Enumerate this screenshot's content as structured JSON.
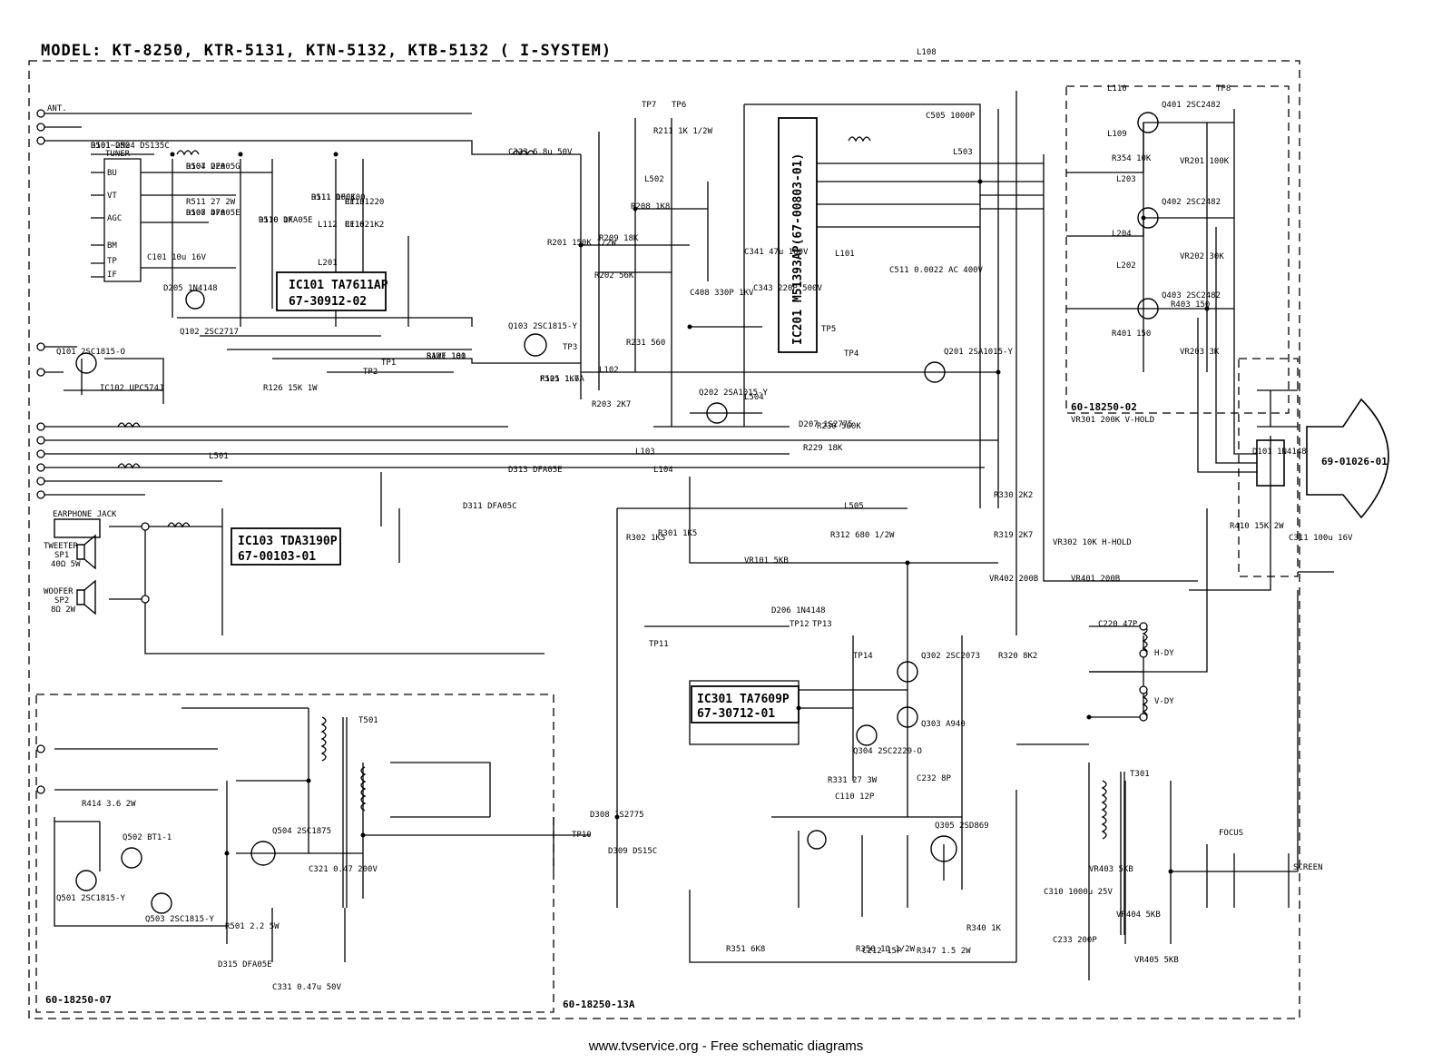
{
  "title": "MODEL: KT-8250, KTR-5131, KTN-5132, KTB-5132   ( I-SYSTEM)",
  "footer": "www.tvservice.org - Free schematic diagrams",
  "boards": {
    "main_if": "60-18250-02",
    "power": "60-18250-07",
    "deflection": "60-18250-13A",
    "crt": "69-01026-01"
  },
  "ics": {
    "ic101": {
      "name": "IC101 TA7611AP",
      "part": "67-30912-02"
    },
    "ic103": {
      "name": "IC103 TDA3190P",
      "part": "67-00103-01"
    },
    "ic201": {
      "name": "IC201 M51393AP(67-00803-01)"
    },
    "ic301": {
      "name": "IC301 TA7609P",
      "part": "67-30712-01"
    },
    "ic102": "IC102 UPC574J"
  },
  "terminals": [
    "ANT.",
    "TUNER",
    "BU",
    "VT",
    "AGC",
    "BM",
    "TP",
    "IF",
    "EARPHONE JACK"
  ],
  "speakers": {
    "tweeter": {
      "name": "TWEETER",
      "ref": "SP1",
      "spec": "40Ω 5W"
    },
    "woofer": {
      "name": "WOOFER",
      "ref": "SP2",
      "spec": "8Ω 2W"
    }
  },
  "transformers": {
    "flyback": "T301",
    "power": "T501",
    "focus": "FOCUS",
    "screen": "SCREEN"
  },
  "yokes": [
    "H-DY",
    "V-DY"
  ],
  "testpoints": [
    "TP1",
    "TP2",
    "TP3",
    "TP4",
    "TP5",
    "TP6",
    "TP7",
    "TP8",
    "TP10",
    "TP11",
    "TP12",
    "TP13",
    "TP14"
  ],
  "transistors": [
    "Q101 2SC1815-O",
    "Q102 2SC2717",
    "Q103 2SC1815-Y",
    "Q201 2SA1015-Y",
    "Q202 2SA1015-Y",
    "Q302 2SC2073",
    "Q303 A940",
    "Q304 2SC2229-O",
    "Q305 2SD869",
    "Q401 2SC2482",
    "Q402 2SC2482",
    "Q403 2SC2482",
    "Q501 2SC1815-Y",
    "Q502 BT1-1",
    "Q503 2SC1815-Y",
    "Q504 2SC1875"
  ],
  "component_labels": [
    "R101 2M2",
    "R104 220",
    "R107 470",
    "R110 1K",
    "R111 100K",
    "R113 220",
    "R116 1K2",
    "R121 180",
    "R125 1K7",
    "R126 15K 1W",
    "R201 150K 1/2W",
    "R202 56K",
    "R203 2K7",
    "R208 1K8",
    "R209 18K",
    "R211 1K 1/2W",
    "R229 18K",
    "R230 560K",
    "R231 560",
    "R301 1K5",
    "R302 1K5",
    "R312 680 1/2W",
    "R319 2K7",
    "R320 8K2",
    "R330 2K2",
    "R331 27 3W",
    "R340 1K",
    "R347 1.5 2W",
    "R350 1Ω 1/2W",
    "R351 6K8",
    "R354 10K",
    "R401 150",
    "R403 150",
    "R410 15K 2W",
    "R414 3.6 2W",
    "R501 2.2 5W",
    "R511 27 2W",
    "C101 10u 16V",
    "C110 12P",
    "C212 15P",
    "C220 47P",
    "C232 8P",
    "C233 200P",
    "C310 1000u 25V",
    "C311 100u 16V",
    "C321 0.47 200V",
    "C331 0.47u 50V",
    "C333 6.8u 50V",
    "C341 47u 160V",
    "C343 220P 500V",
    "C408 330P 1KV",
    "C505 1000P",
    "C511 0.0022 AC 400V",
    "L101",
    "L102",
    "L103",
    "L104",
    "L108",
    "L109",
    "L110",
    "L112",
    "L201",
    "L202",
    "L203",
    "L204",
    "L501",
    "L502",
    "L503",
    "L504",
    "L505",
    "VR101 5KB",
    "VR201 100K",
    "VR202 30K",
    "VR203 3K",
    "VR301 200K V-HOLD",
    "VR302 10K H-HOLD",
    "VR401 200B",
    "VR402 200B",
    "VR403 5KB",
    "VR404 5KB",
    "VR405 5KB",
    "D101 1N4148",
    "D205 1N4148",
    "D206 1N4148",
    "D207 1S2775",
    "D308 1S2775",
    "D309 DS15C",
    "D311 DFA05C",
    "D313 DFA05E",
    "D315 DFA05E",
    "D501~D504 DS135C",
    "D507 DFA05G",
    "D508 DFA05E",
    "D510 DFA05E",
    "D511 DFC100",
    "CF101",
    "CF102",
    "SAWF 101",
    "F501 1.6A"
  ]
}
